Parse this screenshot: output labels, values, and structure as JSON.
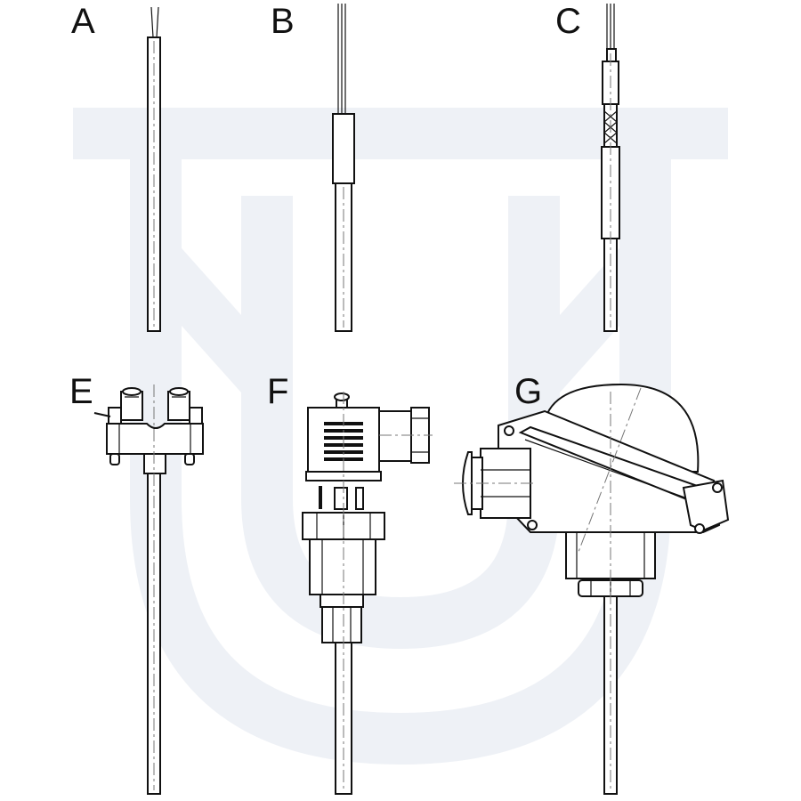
{
  "labels": {
    "a": "A",
    "b": "B",
    "c": "C",
    "e": "E",
    "f": "F",
    "g": "G"
  },
  "colors": {
    "line": "#111111",
    "background": "#ffffff",
    "watermark": "#eef1f6"
  }
}
